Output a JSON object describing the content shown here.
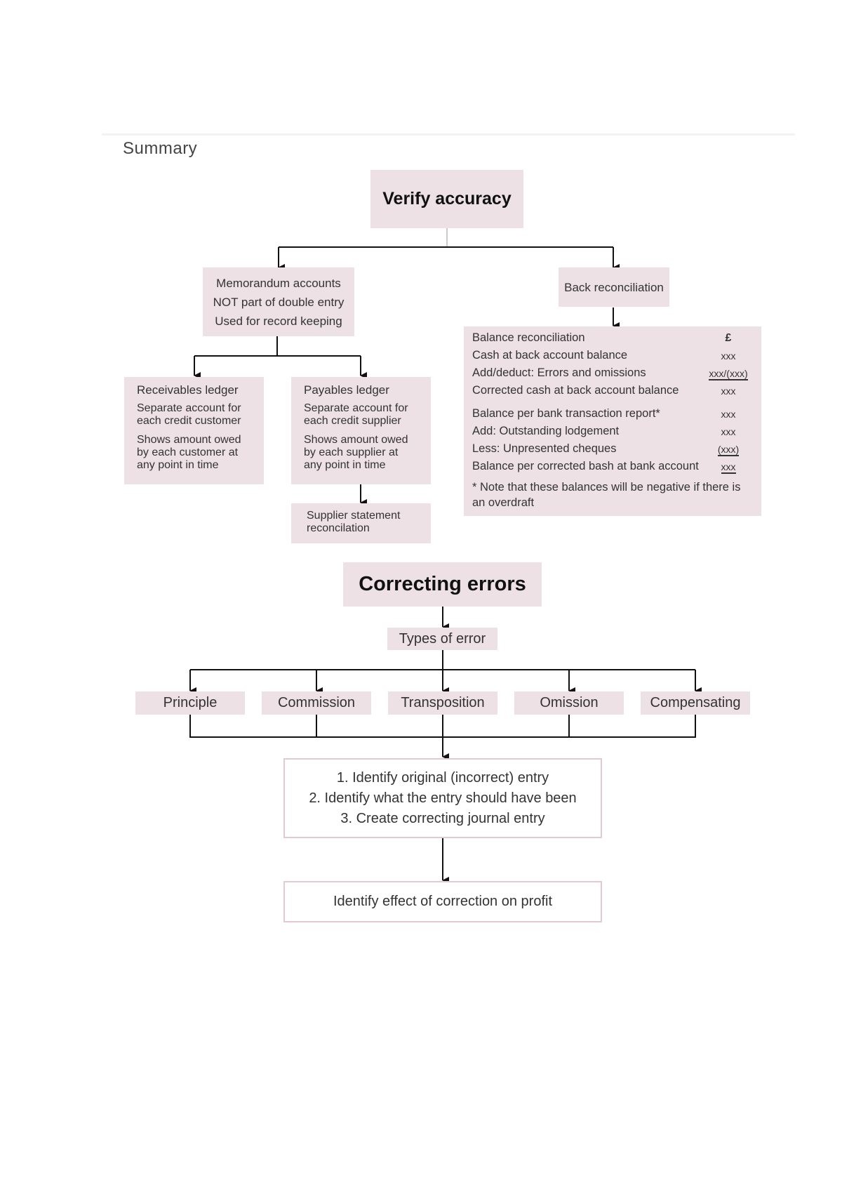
{
  "heading": "Summary",
  "verify": {
    "title": "Verify accuracy",
    "memo": [
      "Memorandum accounts",
      "NOT part of double entry",
      "Used for record keeping"
    ],
    "receivables": {
      "title": "Receivables ledger",
      "lines": [
        "Separate account for each credit customer",
        "Shows amount owed by each customer at any point in time"
      ]
    },
    "payables": {
      "title": "Payables ledger",
      "lines": [
        "Separate account for each credit supplier",
        "Shows amount owed by each supplier at any point in time"
      ]
    },
    "supplier_statement": "Supplier statement reconcilation",
    "back_rec": "Back reconciliation",
    "rec_table": {
      "header": "Balance reconciliation",
      "currency": "£",
      "rows": [
        {
          "label": "Cash at back account balance",
          "amount": "xxx"
        },
        {
          "label": "Add/deduct: Errors and omissions",
          "amount": "xxx/(xxx)"
        },
        {
          "label": "Corrected cash at back account balance",
          "amount": "xxx"
        },
        {
          "label": "Balance per bank transaction report*",
          "amount": "xxx"
        },
        {
          "label": "Add: Outstanding lodgement",
          "amount": "xxx"
        },
        {
          "label": "Less: Unpresented cheques",
          "amount": "(xxx)"
        },
        {
          "label": "Balance per corrected bash at bank account",
          "amount": "xxx"
        }
      ],
      "note": "* Note that these balances will be negative if there is an overdraft"
    }
  },
  "correcting": {
    "title": "Correcting errors",
    "types_label": "Types of error",
    "types": [
      "Principle",
      "Commission",
      "Transposition",
      "Omission",
      "Compensating"
    ],
    "steps": [
      "1.  Identify original (incorrect) entry",
      "2.  Identify what the entry should have been",
      "3.  Create correcting journal entry"
    ],
    "effect": "Identify effect of correction on profit"
  }
}
